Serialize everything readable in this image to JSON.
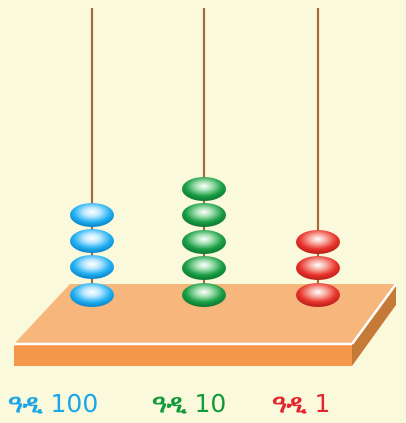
{
  "colors": {
    "background": "#fbf9dc",
    "base_top": "#f6b67c",
    "base_front": "#f4974a",
    "base_side": "#c57a38",
    "rod": "#a56a3c"
  },
  "rods": [
    {
      "place": "hundreds",
      "beads": 4,
      "color": "blue",
      "hex": "#1aa8ee"
    },
    {
      "place": "tens",
      "beads": 5,
      "color": "green",
      "hex": "#149a40"
    },
    {
      "place": "ones",
      "beads": 3,
      "color": "red",
      "hex": "#e8342c"
    }
  ],
  "labels": [
    {
      "word": "ዓዲ",
      "number": "100",
      "word_color": "#1aa6e8",
      "number_color": "#1aa6e8"
    },
    {
      "word": "ዓዲ",
      "number": "10",
      "word_color": "#139a3c",
      "number_color": "#139a3c"
    },
    {
      "word": "ዓዲ",
      "number": "1",
      "word_color": "#e3262f",
      "number_color": "#e3262f"
    }
  ]
}
